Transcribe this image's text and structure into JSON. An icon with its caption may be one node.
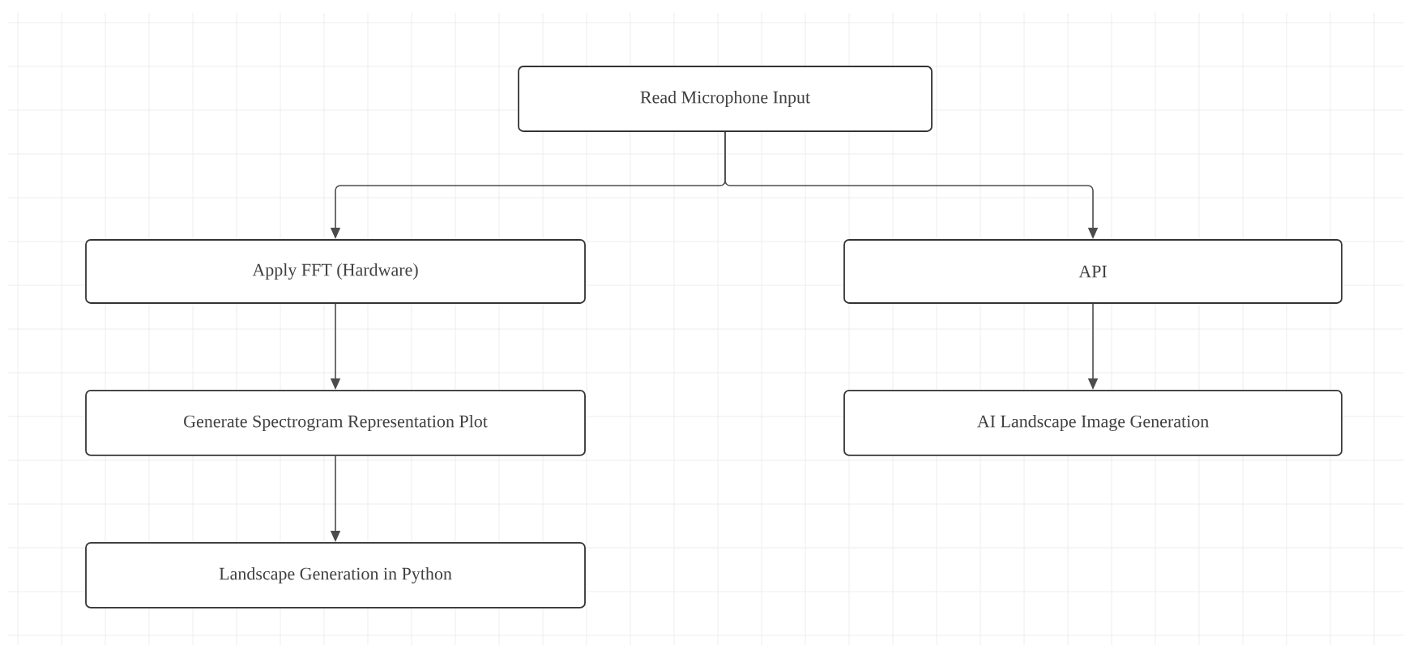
{
  "diagram": {
    "nodes": [
      {
        "text": [
          "Read Microphone Input"
        ]
      },
      {
        "text": [
          "Apply FFT (Hardware)"
        ]
      },
      {
        "text": [
          "API"
        ]
      },
      {
        "text": [
          "Generate Spectrogram Representation Plot"
        ]
      },
      {
        "text": [
          "AI Landscape Image Generation"
        ]
      },
      {
        "text": [
          "Landscape Generation in Python"
        ]
      }
    ],
    "edges": [
      {
        "from": 0,
        "to": 1,
        "arrow": "to"
      },
      {
        "from": 0,
        "to": 2,
        "arrow": "to"
      },
      {
        "from": 1,
        "to": 3,
        "arrow": "to"
      },
      {
        "from": 2,
        "to": 4,
        "arrow": "to"
      },
      {
        "from": 3,
        "to": 5,
        "arrow": "to"
      }
    ]
  }
}
